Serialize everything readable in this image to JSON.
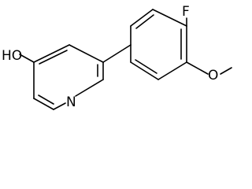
{
  "structure": {
    "atoms": {
      "hydroxyl": "HO",
      "nitrogen": "N",
      "fluorine": "F",
      "ether_oxygen": "O"
    }
  }
}
